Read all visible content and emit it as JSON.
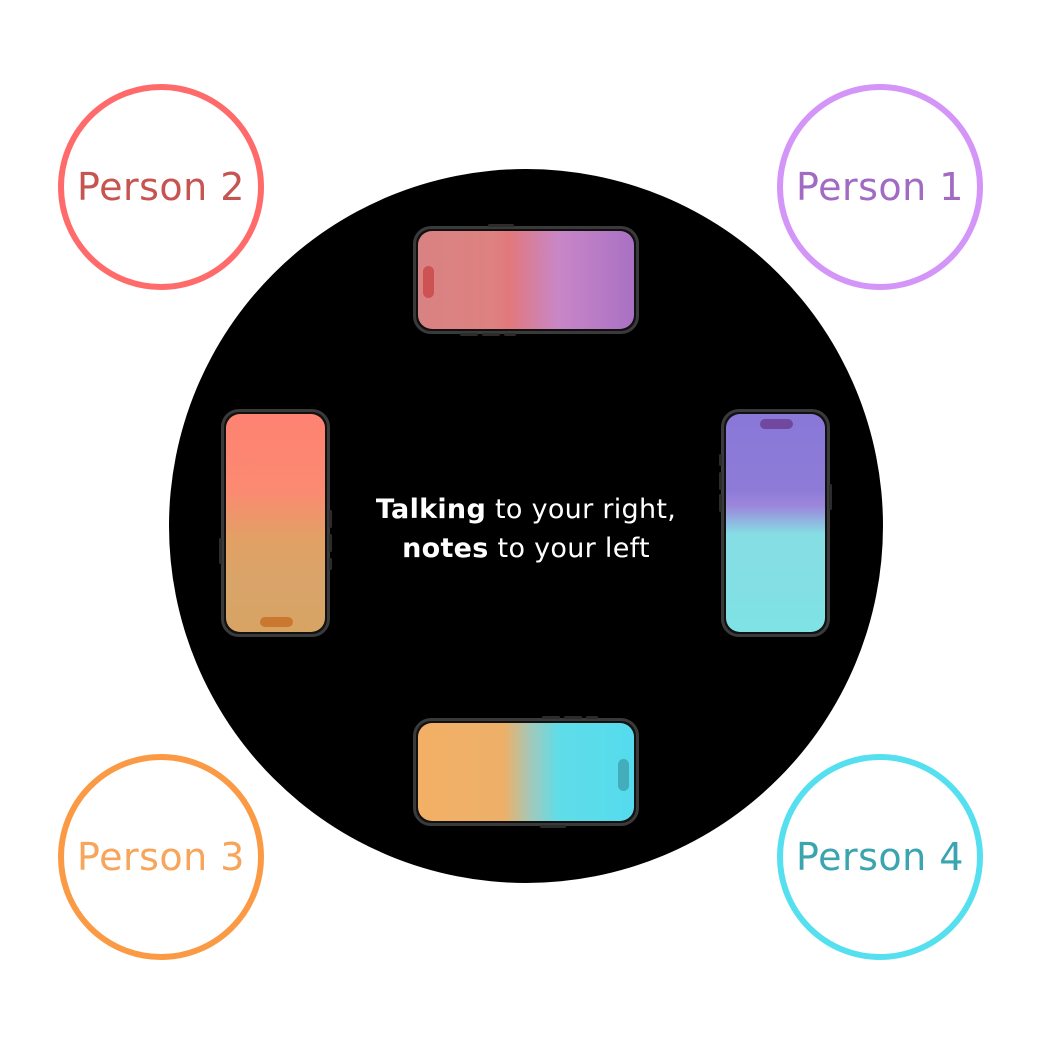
{
  "persons": [
    {
      "id": "person-1",
      "label": "Person 1",
      "color": "#d495f8"
    },
    {
      "id": "person-2",
      "label": "Person 2",
      "color": "#ff6b6b"
    },
    {
      "id": "person-3",
      "label": "Person 3",
      "color": "#fb9a45"
    },
    {
      "id": "person-4",
      "label": "Person 4",
      "color": "#56e0ef"
    }
  ],
  "center": {
    "line1_bold": "Talking",
    "line1_rest": " to your right,",
    "line2_bold": "notes",
    "line2_rest": " to your left"
  },
  "table_color": "#000000",
  "phones": [
    {
      "position": "top",
      "color_start": "#d98283",
      "color_end": "#a970c4"
    },
    {
      "position": "left",
      "color_start": "#ff8272",
      "color_end": "#d7a464"
    },
    {
      "position": "right",
      "color_start": "#8978d8",
      "color_end": "#7fe2e4"
    },
    {
      "position": "bottom",
      "color_start": "#f3b066",
      "color_end": "#55dbee"
    }
  ]
}
